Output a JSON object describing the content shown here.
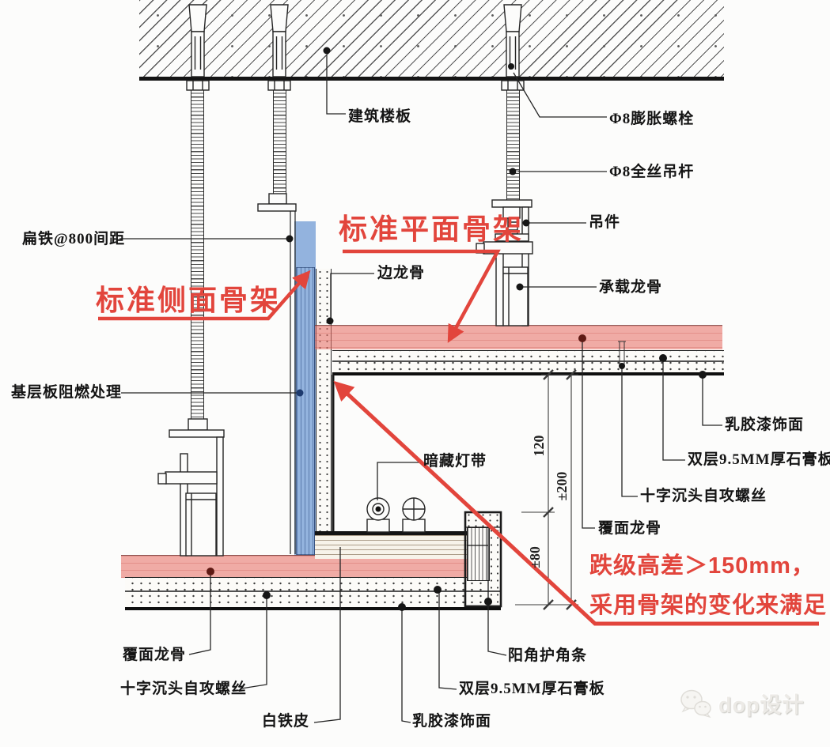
{
  "labels": {
    "building_slab": "建筑楼板",
    "expansion_bolt": "Φ8膨胀螺栓",
    "threaded_rod": "Φ8全丝吊杆",
    "hanger": "吊件",
    "load_keel": "承载龙骨",
    "flat_iron": "扁铁@800间距",
    "base_board_fireproof": "基层板阻燃处理",
    "edge_keel": "边龙骨",
    "hidden_light_strip": "暗藏灯带",
    "latex_paint_right": "乳胶漆饰面",
    "gypsum_double_right": "双层9.5MM厚石膏板",
    "screws_right": "十字沉头自攻螺丝",
    "facing_keel_right": "覆面龙骨",
    "facing_keel_bottom": "覆面龙骨",
    "screws_bottom": "十字沉头自攻螺丝",
    "white_iron_sheet": "白铁皮",
    "latex_paint_bottom": "乳胶漆饰面",
    "gypsum_double_bottom": "双层9.5MM厚石膏板",
    "corner_bead": "阳角护角条"
  },
  "notes": {
    "side_frame": "标准侧面骨架",
    "plane_frame": "标准平面骨架",
    "drop_note_line1": "跌级高差＞150mm，",
    "drop_note_line2": "采用骨架的变化来满足"
  },
  "dimensions": {
    "d120": "120",
    "d200": "±200",
    "d80": "±80"
  },
  "watermark": {
    "icon": "wechat-chat-bubbles",
    "text": "dop设计"
  },
  "colors": {
    "annotation_red": "#E2453C",
    "frame_highlight_pink": "#EE8C84",
    "side_frame_highlight_blue": "#7FA8DC",
    "line_black": "#1C1C1C"
  }
}
